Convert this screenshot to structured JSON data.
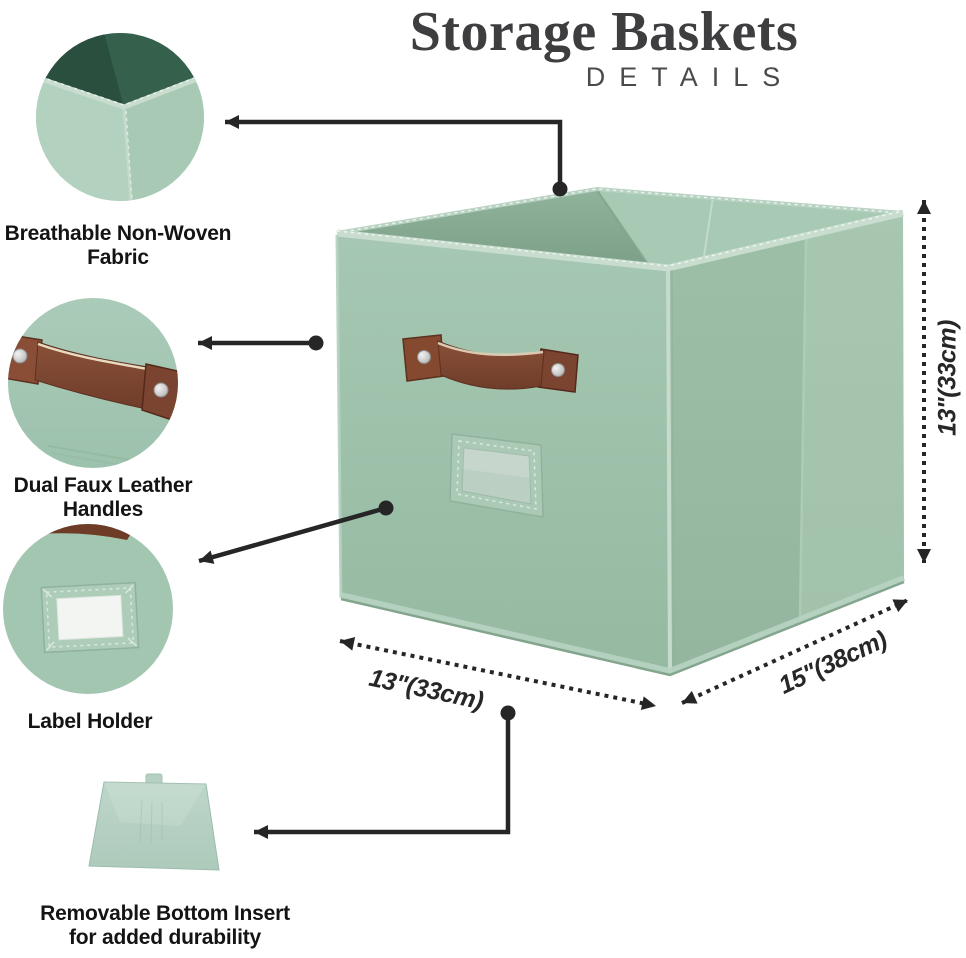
{
  "header": {
    "title": "Storage Baskets",
    "subtitle": "DETAILS"
  },
  "callouts": {
    "fabric": {
      "label": "Breathable Non-Woven Fabric"
    },
    "handles": {
      "label": "Dual Faux Leather Handles"
    },
    "label_holder": {
      "label": "Label Holder"
    },
    "bottom_insert": {
      "label": "Removable Bottom Insert for added durability"
    }
  },
  "dimensions": {
    "height": "13\"(33cm)",
    "width": "13\"(33cm)",
    "depth": "15\"(38cm)"
  },
  "colors": {
    "mint": "#9fc2ac",
    "mint-light": "#aecfbc",
    "mint-mid": "#9bbda6",
    "mint-dark": "#86aa92",
    "interior-dark": "#35604b",
    "rim-light": "#c9ddcf",
    "leather": "#7d4834",
    "leather-dark": "#5d3020",
    "window-white": "#f3f5f2",
    "line-dark": "#262626"
  }
}
